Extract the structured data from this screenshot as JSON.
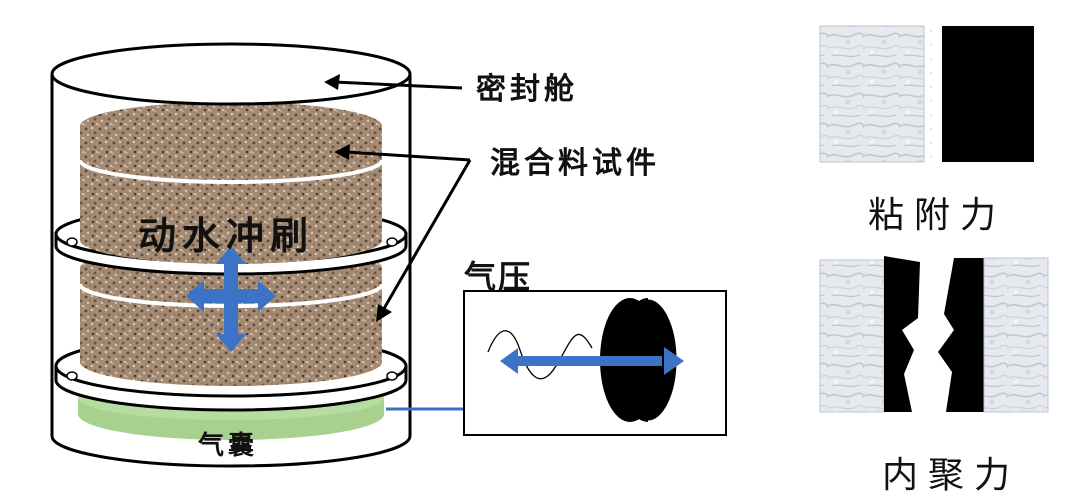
{
  "labels": {
    "sealed_chamber": "密封舱",
    "mixture_specimen": "混合料试件",
    "dynamic_water_scour": "动水冲刷",
    "air_pressure": "气压",
    "airbag": "气囊",
    "adhesion": "粘附力",
    "cohesion": "内聚力"
  },
  "colors": {
    "outline": "#000000",
    "specimen_base": "#a48a72",
    "airbag_green": "#a9d18e",
    "arrow_blue": "#3d73c6",
    "stone_gray": "#dfe3e8",
    "binder_black": "#000000",
    "connector_blue": "#3c6fc4"
  },
  "icons": [
    "blue-cross-arrow-icon",
    "double-arrow-icon",
    "wheel-icon",
    "wave-icon"
  ]
}
